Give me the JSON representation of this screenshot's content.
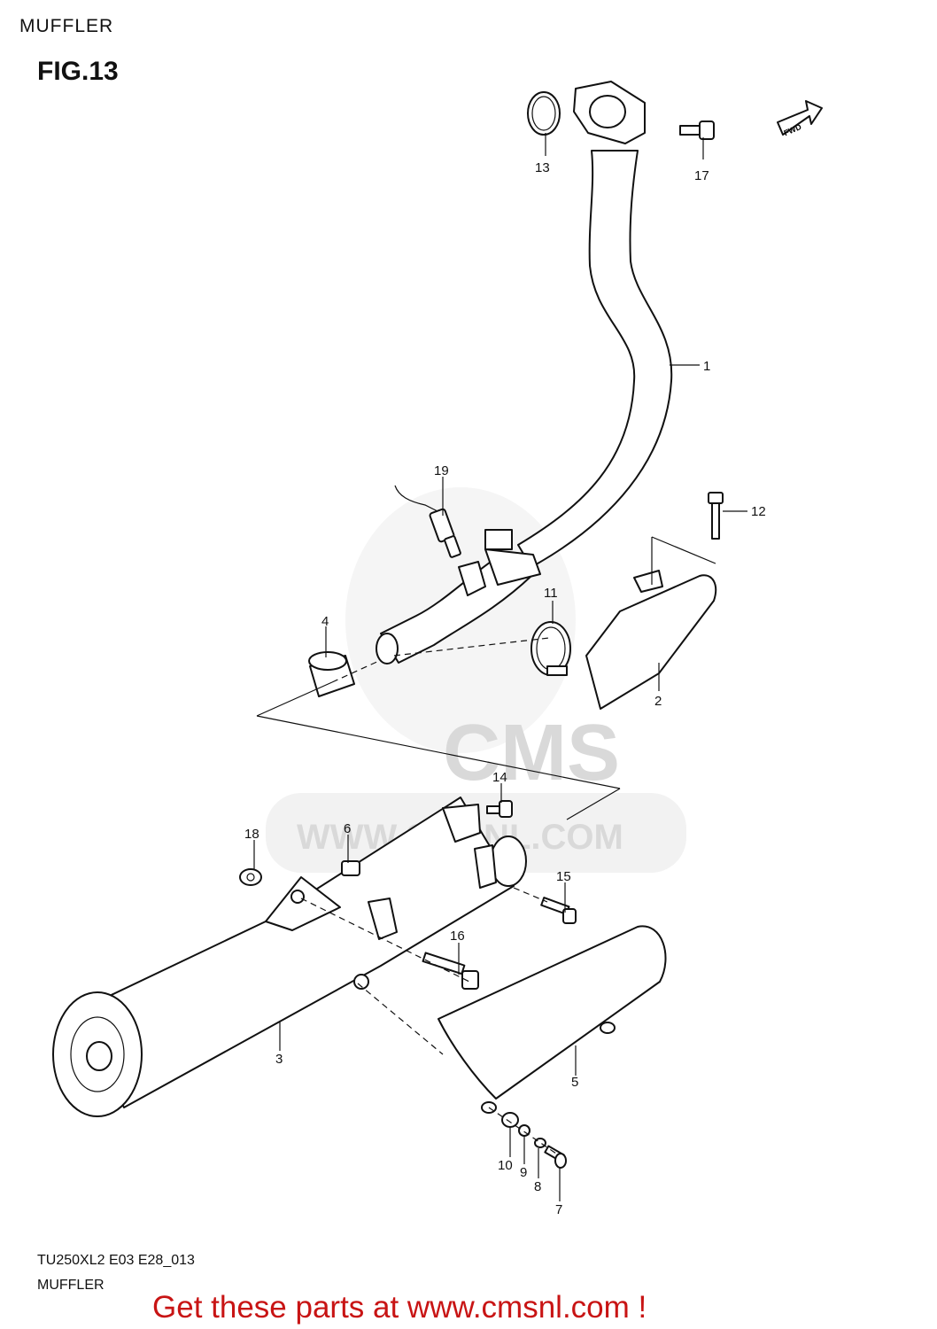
{
  "header": {
    "section": "MUFFLER",
    "figure": "FIG.13"
  },
  "direction_badge": "FWD",
  "watermark": {
    "brand": "CMS",
    "url": "WWW.CMSNL.COM"
  },
  "callouts": [
    {
      "id": "c1",
      "label": "1"
    },
    {
      "id": "c2",
      "label": "2"
    },
    {
      "id": "c3",
      "label": "3"
    },
    {
      "id": "c4",
      "label": "4"
    },
    {
      "id": "c5",
      "label": "5"
    },
    {
      "id": "c6",
      "label": "6"
    },
    {
      "id": "c7",
      "label": "7"
    },
    {
      "id": "c8",
      "label": "8"
    },
    {
      "id": "c9",
      "label": "9"
    },
    {
      "id": "c10",
      "label": "10"
    },
    {
      "id": "c11",
      "label": "11"
    },
    {
      "id": "c12",
      "label": "12"
    },
    {
      "id": "c13",
      "label": "13"
    },
    {
      "id": "c14",
      "label": "14"
    },
    {
      "id": "c15",
      "label": "15"
    },
    {
      "id": "c16",
      "label": "16"
    },
    {
      "id": "c17",
      "label": "17"
    },
    {
      "id": "c18",
      "label": "18"
    },
    {
      "id": "c19",
      "label": "19"
    }
  ],
  "footer": {
    "model_code": "TU250XL2 E03 E28_013",
    "section": "MUFFLER",
    "promo": "Get these parts at www.cmsnl.com !"
  }
}
